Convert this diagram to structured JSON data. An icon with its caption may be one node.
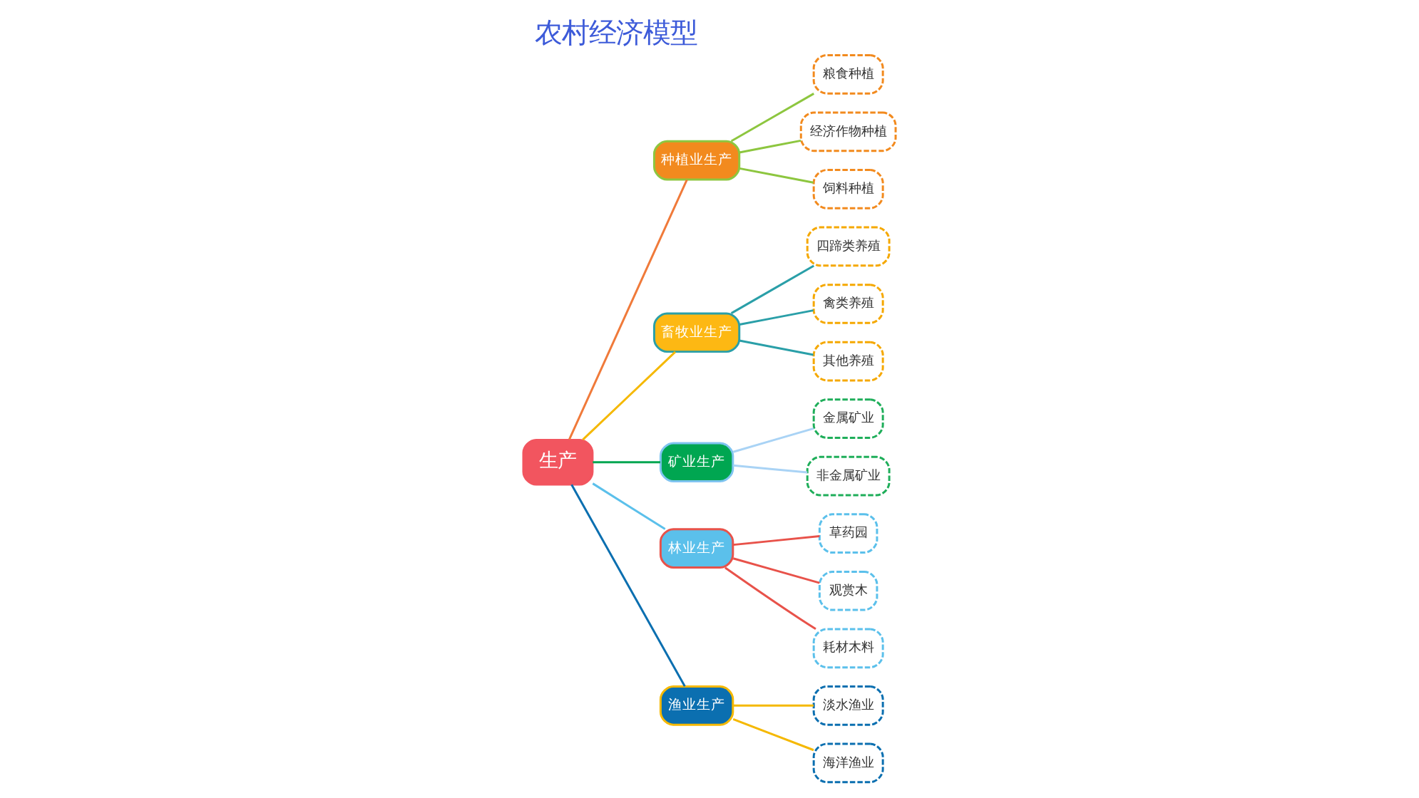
{
  "diagram": {
    "title": "农村经济模型",
    "nodes": [
      {
        "text": [
          "生产"
        ]
      },
      {
        "text": [
          "种植业生产"
        ]
      },
      {
        "text": [
          "粮食种植"
        ]
      },
      {
        "text": [
          "经济作物种植"
        ]
      },
      {
        "text": [
          "饲料种植"
        ]
      },
      {
        "text": [
          "畜牧业生产"
        ]
      },
      {
        "text": [
          "四蹄类养殖"
        ]
      },
      {
        "text": [
          "禽类养殖"
        ]
      },
      {
        "text": [
          "其他养殖"
        ]
      },
      {
        "text": [
          "矿业生产"
        ]
      },
      {
        "text": [
          "金属矿业"
        ]
      },
      {
        "text": [
          "非金属矿业"
        ]
      },
      {
        "text": [
          "林业生产"
        ]
      },
      {
        "text": [
          "草药园"
        ]
      },
      {
        "text": [
          "观赏木"
        ]
      },
      {
        "text": [
          "耗材木料"
        ]
      },
      {
        "text": [
          "渔业生产"
        ]
      },
      {
        "text": [
          "淡水渔业"
        ]
      },
      {
        "text": [
          "海洋渔业"
        ]
      }
    ],
    "edges": [
      {
        "from": 0,
        "to": 1,
        "arrow": "none",
        "color": "#f07a3a"
      },
      {
        "from": 1,
        "to": 2,
        "arrow": "none",
        "color": "#8dc63f"
      },
      {
        "from": 1,
        "to": 3,
        "arrow": "none",
        "color": "#8dc63f"
      },
      {
        "from": 1,
        "to": 4,
        "arrow": "none",
        "color": "#8dc63f"
      },
      {
        "from": 0,
        "to": 5,
        "arrow": "none",
        "color": "#f5b800"
      },
      {
        "from": 5,
        "to": 6,
        "arrow": "none",
        "color": "#2a9fa8"
      },
      {
        "from": 5,
        "to": 7,
        "arrow": "none",
        "color": "#2a9fa8"
      },
      {
        "from": 5,
        "to": 8,
        "arrow": "none",
        "color": "#2a9fa8"
      },
      {
        "from": 0,
        "to": 9,
        "arrow": "none",
        "color": "#00a651"
      },
      {
        "from": 9,
        "to": 10,
        "arrow": "none",
        "color": "#a9d3f5"
      },
      {
        "from": 9,
        "to": 11,
        "arrow": "none",
        "color": "#a9d3f5"
      },
      {
        "from": 0,
        "to": 12,
        "arrow": "none",
        "color": "#5bc0eb"
      },
      {
        "from": 12,
        "to": 13,
        "arrow": "none",
        "color": "#e8524a"
      },
      {
        "from": 12,
        "to": 14,
        "arrow": "none",
        "color": "#e8524a"
      },
      {
        "from": 12,
        "to": 15,
        "arrow": "none",
        "color": "#e8524a"
      },
      {
        "from": 0,
        "to": 16,
        "arrow": "none",
        "color": "#0b6fb0"
      },
      {
        "from": 16,
        "to": 17,
        "arrow": "none",
        "color": "#f5b800"
      },
      {
        "from": 16,
        "to": 18,
        "arrow": "none",
        "color": "#f5b800"
      }
    ]
  }
}
